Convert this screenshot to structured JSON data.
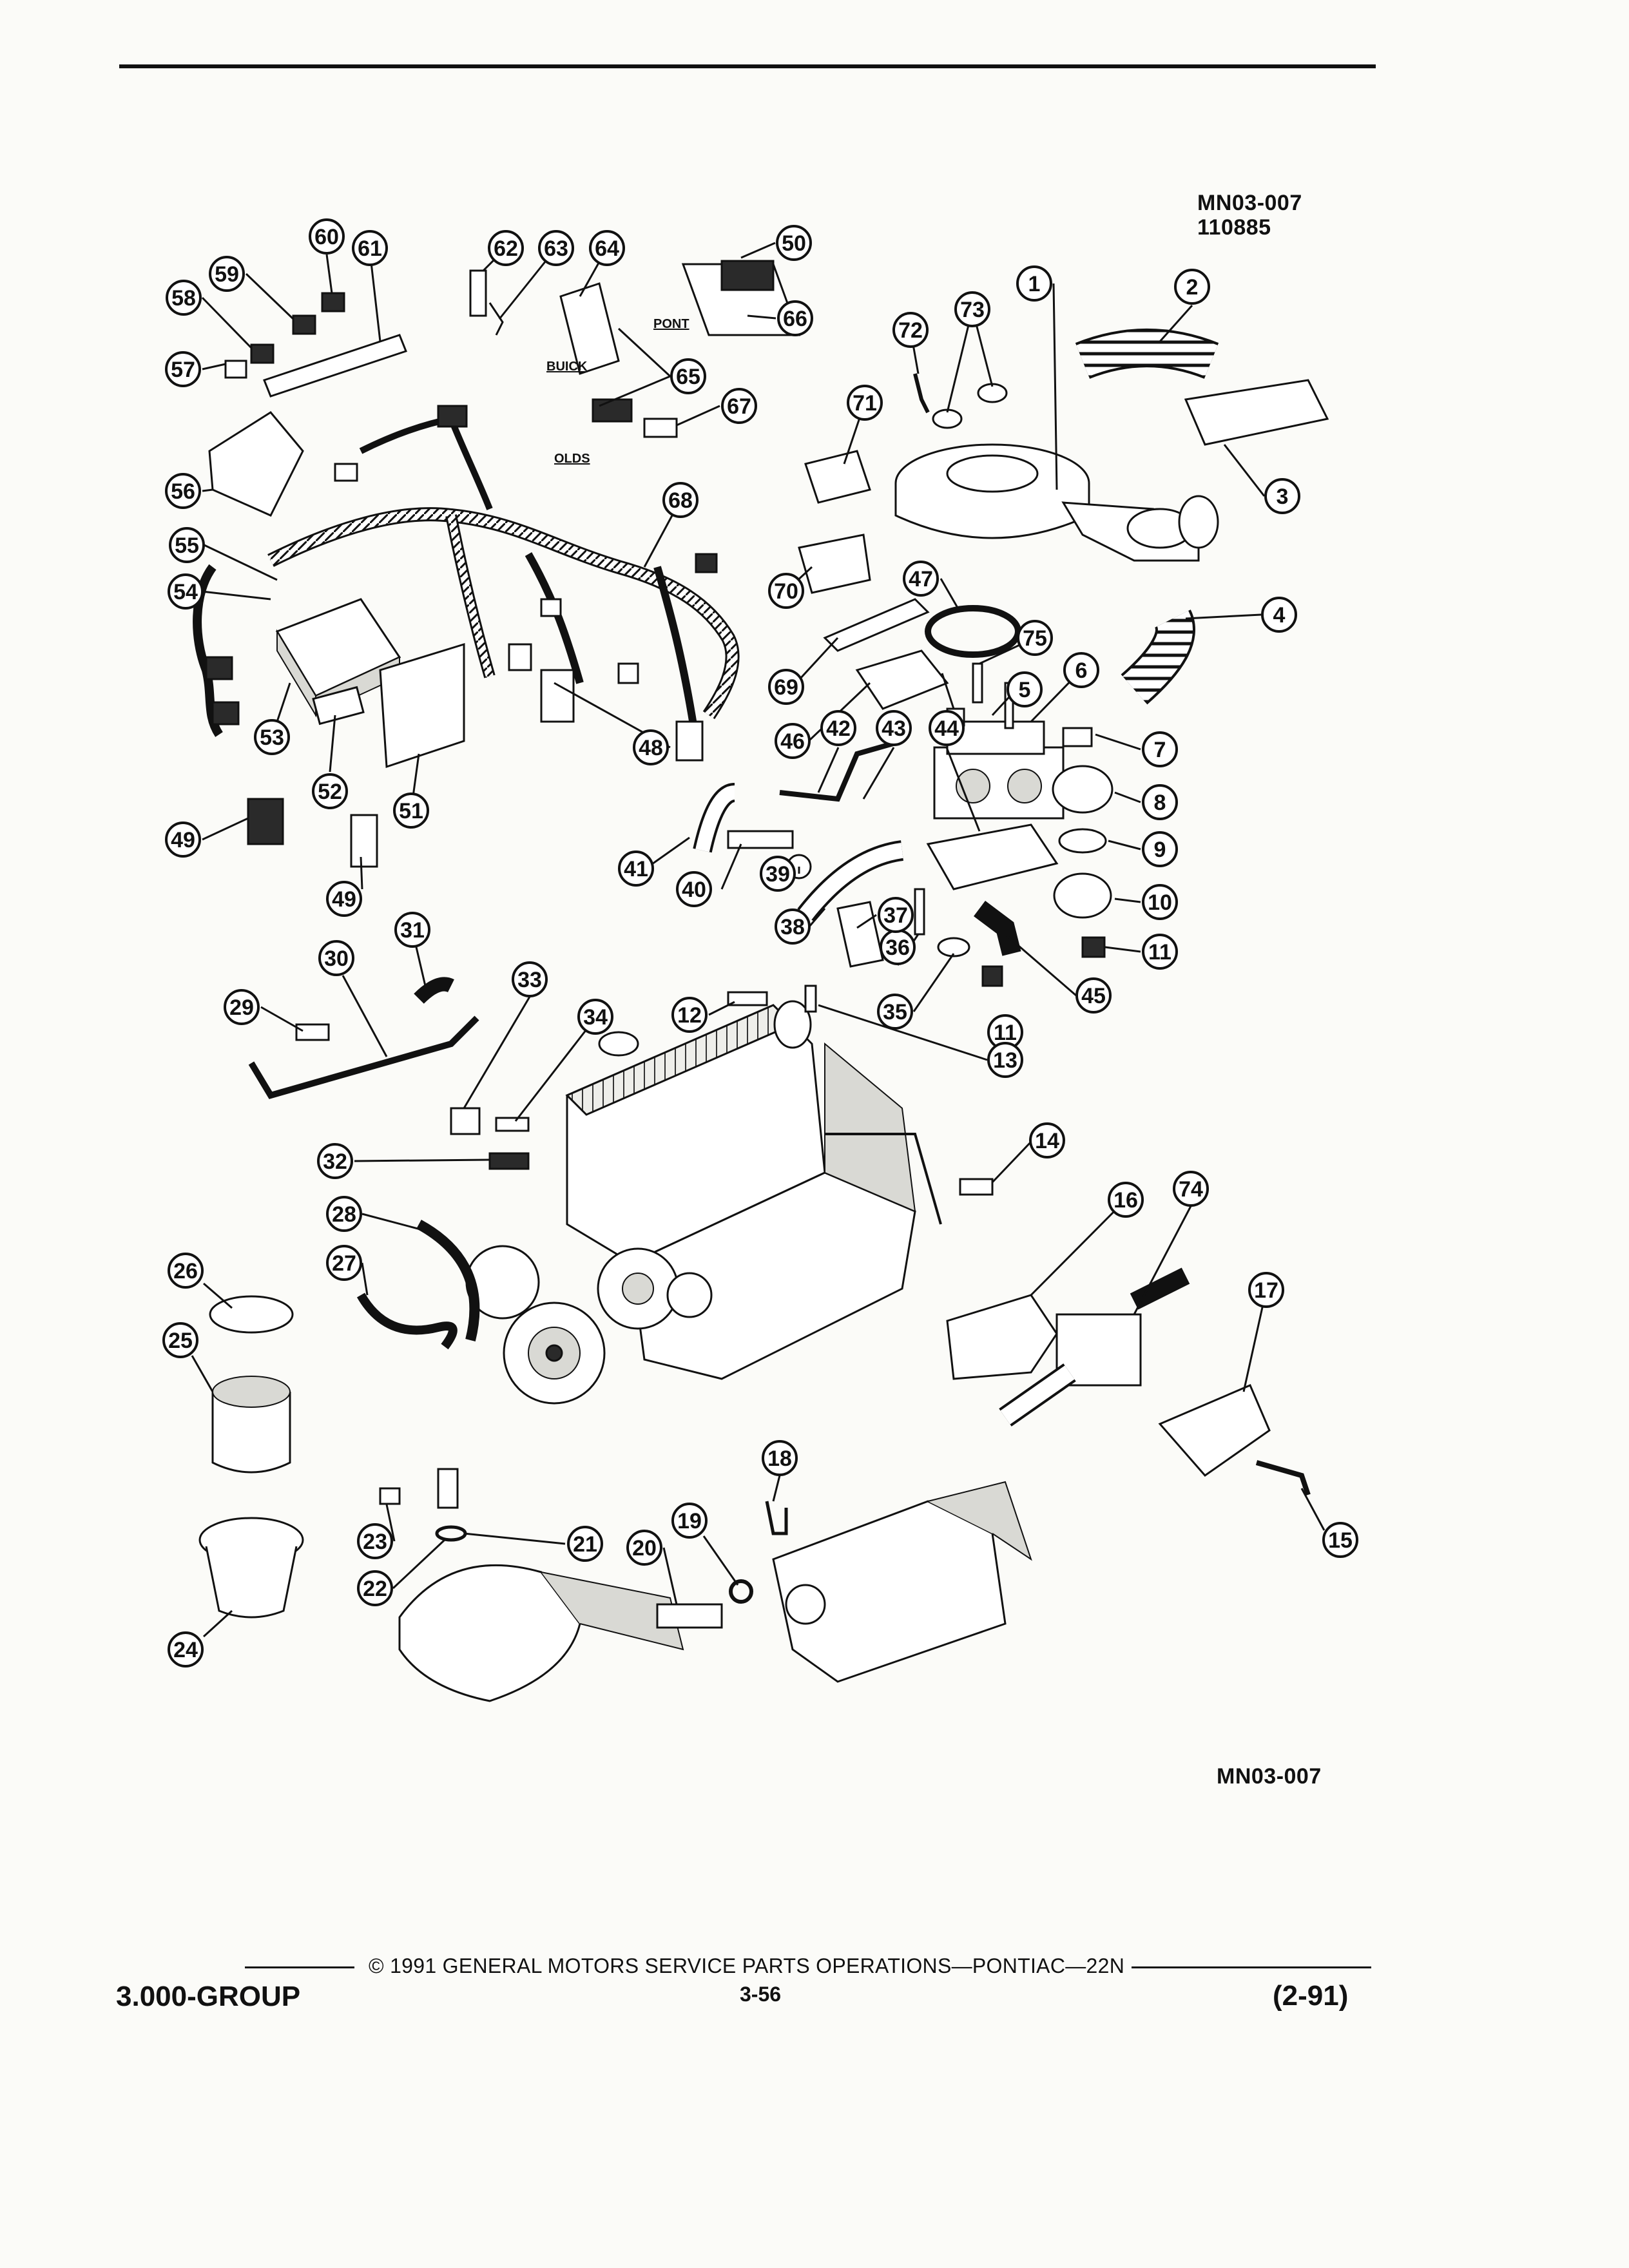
{
  "figure": {
    "id_top": "MN03-007",
    "date_code": "110885",
    "id_bottom": "MN03-007"
  },
  "variant_labels": {
    "pont": "PONT",
    "buick": "BUICK",
    "olds": "OLDS"
  },
  "callouts": [
    "1",
    "2",
    "3",
    "4",
    "5",
    "6",
    "7",
    "8",
    "9",
    "10",
    "11",
    "11",
    "12",
    "13",
    "14",
    "15",
    "16",
    "17",
    "18",
    "19",
    "20",
    "21",
    "22",
    "23",
    "24",
    "25",
    "26",
    "27",
    "28",
    "29",
    "30",
    "31",
    "32",
    "33",
    "34",
    "35",
    "36",
    "37",
    "38",
    "39",
    "40",
    "41",
    "42",
    "43",
    "44",
    "45",
    "46",
    "47",
    "48",
    "49",
    "49",
    "50",
    "51",
    "52",
    "53",
    "54",
    "55",
    "56",
    "57",
    "58",
    "59",
    "60",
    "61",
    "62",
    "63",
    "64",
    "65",
    "66",
    "67",
    "68",
    "69",
    "70",
    "71",
    "72",
    "73",
    "74",
    "75"
  ],
  "footer": {
    "group": "3.000-GROUP",
    "copyright": "© 1991 GENERAL MOTORS SERVICE PARTS OPERATIONS—PONTIAC—22N",
    "page": "3-56",
    "date": "(2-91)"
  }
}
